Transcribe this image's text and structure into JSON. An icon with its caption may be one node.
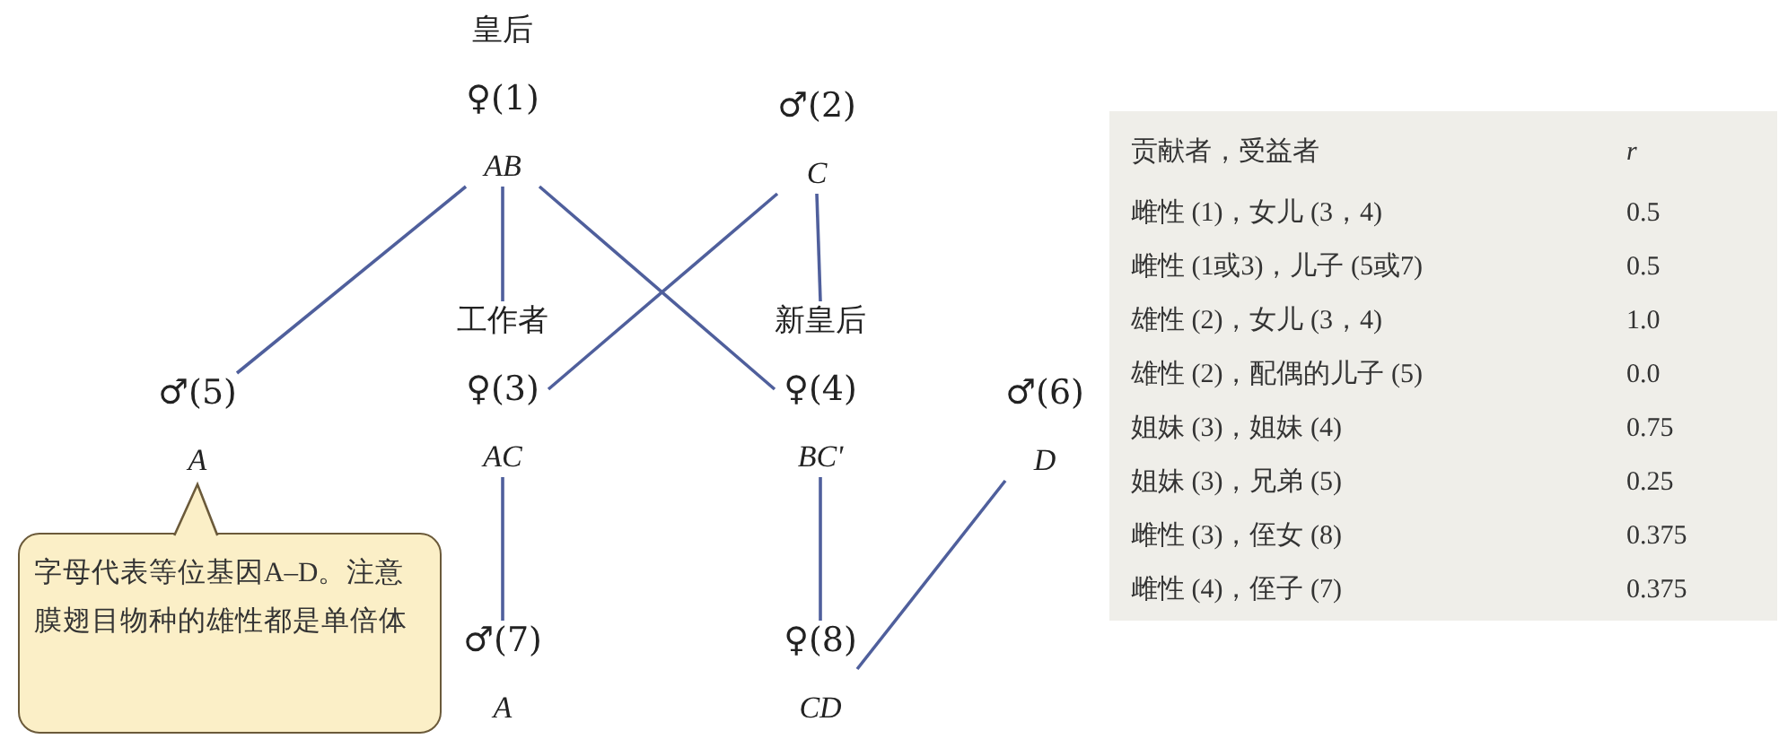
{
  "diagram": {
    "nodes": [
      {
        "text": [
          "皇后",
          "♀(1)",
          "AB"
        ]
      },
      {
        "text": [
          "♂(2)",
          "C"
        ]
      },
      {
        "text": [
          "♂(5)",
          "A"
        ]
      },
      {
        "text": [
          "工作者",
          "♀(3)",
          "AC"
        ]
      },
      {
        "text": [
          "新皇后",
          "♀(4)",
          "BC'"
        ]
      },
      {
        "text": [
          "♂(6)",
          "D"
        ]
      },
      {
        "text": [
          "♂(7)",
          "A"
        ]
      },
      {
        "text": [
          "♀(8)",
          "CD"
        ]
      },
      {
        "text": [
          "字母代表等位基因A–D。注意膜翅目物种的雄性都是单倍体"
        ]
      }
    ],
    "edges": [
      {
        "from": 0,
        "to": 2,
        "arrow": "none"
      },
      {
        "from": 0,
        "to": 3,
        "arrow": "none"
      },
      {
        "from": 0,
        "to": 4,
        "arrow": "none"
      },
      {
        "from": 1,
        "to": 3,
        "arrow": "none"
      },
      {
        "from": 1,
        "to": 4,
        "arrow": "none"
      },
      {
        "from": 3,
        "to": 6,
        "arrow": "none"
      },
      {
        "from": 4,
        "to": 7,
        "arrow": "none"
      },
      {
        "from": 5,
        "to": 7,
        "arrow": "none"
      },
      {
        "from": 8,
        "to": 2,
        "arrow": "to",
        "color": "#6b5a3a"
      }
    ],
    "labels": [
      "贡献者，受益者",
      "r",
      "雌性 (1)，女儿 (3，4)",
      "0.5",
      "雌性 (1或3)，儿子 (5或7)",
      "0.5",
      "雄性 (2)，女儿 (3，4)",
      "1.0",
      "雄性 (2)，配偶的儿子 (5)",
      "0.0",
      "姐妹 (3)，姐妹 (4)",
      "0.75",
      "姐妹 (3)，兄弟 (5)",
      "0.25",
      "雌性 (3)，侄女 (8)",
      "0.375",
      "雌性 (4)，侄子 (7)",
      "0.375"
    ]
  }
}
